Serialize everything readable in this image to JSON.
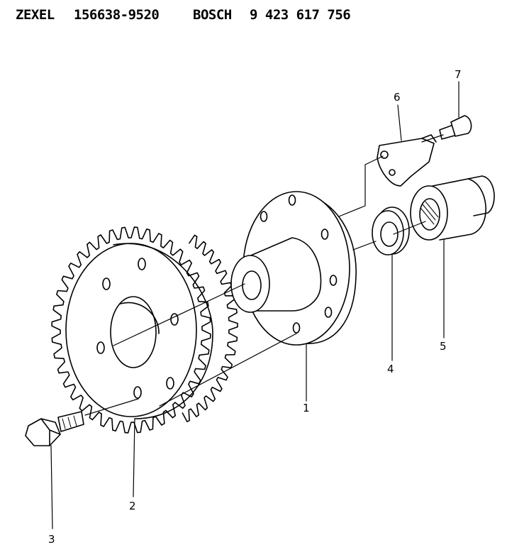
{
  "header": {
    "brand_left": "ZEXEL",
    "part_left": "156638-9520",
    "brand_right": "BOSCH",
    "part_right": "9 423 617 756"
  },
  "callouts": [
    "1",
    "2",
    "3",
    "4",
    "5",
    "6",
    "7"
  ],
  "colors": {
    "ink": "#000000",
    "paper": "#ffffff"
  }
}
